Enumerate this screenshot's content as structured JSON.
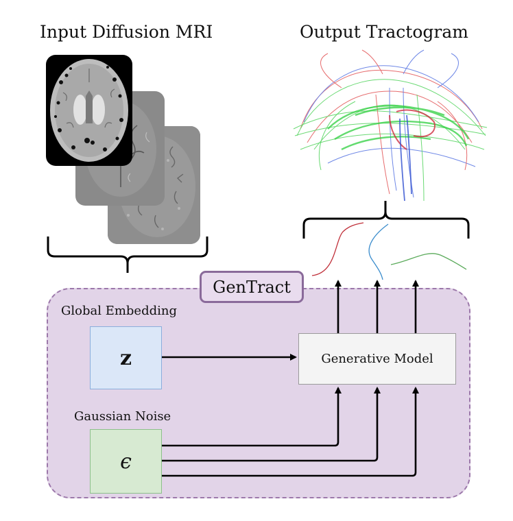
{
  "headings": {
    "input": "Input Diffusion MRI",
    "output": "Output Tractogram"
  },
  "gentract_label": "GenTract",
  "global_embedding_label": "Global Embedding",
  "gaussian_noise_label": "Gaussian Noise",
  "z_symbol": "z",
  "epsilon_symbol": "ϵ",
  "generative_model_label": "Generative Model",
  "colors": {
    "panel_fill": "#e2d4e8",
    "panel_border": "#9c78aa",
    "z_box_fill": "#dbe7f8",
    "epsilon_box_fill": "#d7ead2",
    "model_box_fill": "#f4f4f4",
    "streamline_red": "#c0303a",
    "streamline_blue": "#3a8ccc",
    "streamline_green": "#5aaa5a"
  },
  "icons": [
    "mri-slice-image",
    "tractogram-image",
    "curly-brace",
    "arrow"
  ]
}
